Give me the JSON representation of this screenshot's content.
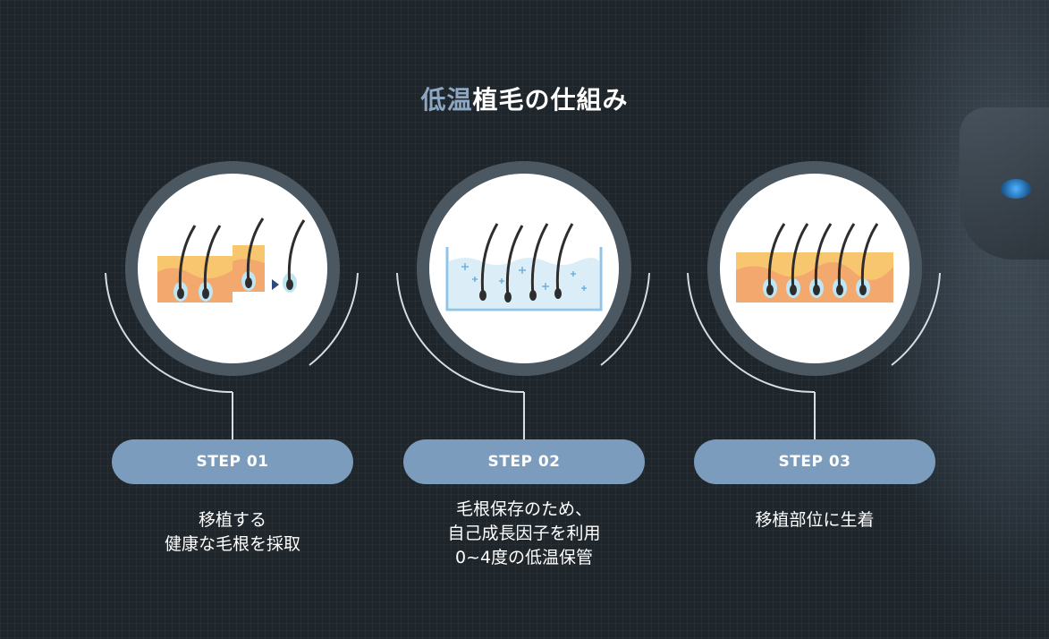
{
  "title": {
    "accent": "低温",
    "rest": "植毛の仕組み"
  },
  "colors": {
    "accent": "#8ca6c4",
    "pill": "#7c9cbd",
    "background": "#1e252b"
  },
  "steps": [
    {
      "label": "STEP 01",
      "lines": [
        "移植する",
        "健康な毛根を採取"
      ],
      "illustration": "hair-follicle-extraction-icon"
    },
    {
      "label": "STEP 02",
      "lines": [
        "毛根保存のため、",
        "自己成長因子を利用",
        "0~4度の低温保管"
      ],
      "illustration": "cold-storage-icon"
    },
    {
      "label": "STEP 03",
      "lines": [
        "移植部位に生着"
      ],
      "illustration": "hair-growth-icon"
    }
  ]
}
